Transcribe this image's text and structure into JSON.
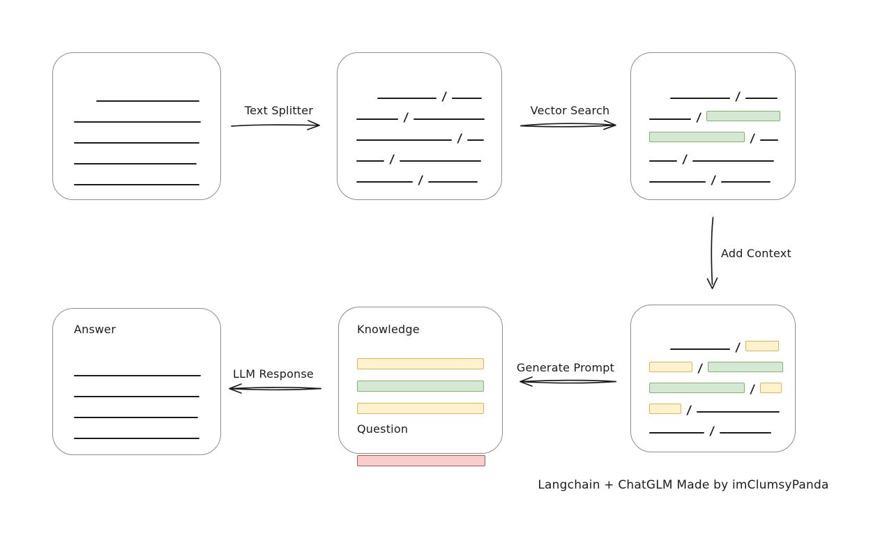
{
  "diagram": {
    "caption": "Langchain + ChatGLM Made by imClumsyPanda",
    "slash": "/",
    "labels": {
      "text_splitter": "Text Splitter",
      "vector_search": "Vector Search",
      "add_context": "Add Context",
      "generate_prompt": "Generate Prompt",
      "llm_response": "LLM Response"
    },
    "colors": {
      "ink": "#1b1b1b",
      "box_border": "#8c8c8c",
      "green_fill": "#d5e8d4",
      "green_border": "#82b366",
      "yellow_fill": "#fff2cc",
      "yellow_border": "#d6b656",
      "red_fill": "#f8cecc",
      "red_border": "#b85450"
    },
    "boxes": {
      "source_document": {
        "rows": [
          {
            "indent": 32,
            "segs": [
              {
                "t": "line",
                "w": 148
              }
            ]
          },
          {
            "segs": [
              {
                "t": "line",
                "w": 182
              }
            ]
          },
          {
            "segs": [
              {
                "t": "line",
                "w": 180
              }
            ]
          },
          {
            "segs": [
              {
                "t": "line",
                "w": 176
              }
            ]
          },
          {
            "segs": [
              {
                "t": "line",
                "w": 180
              }
            ]
          }
        ]
      },
      "split_chunks": {
        "rows": [
          {
            "indent": 30,
            "segs": [
              {
                "t": "line",
                "w": 85
              },
              {
                "t": "slash"
              },
              {
                "t": "line",
                "w": 43
              }
            ]
          },
          {
            "segs": [
              {
                "t": "line",
                "w": 60
              },
              {
                "t": "slash"
              },
              {
                "t": "line",
                "w": 102
              }
            ]
          },
          {
            "segs": [
              {
                "t": "line",
                "w": 137
              },
              {
                "t": "slash"
              },
              {
                "t": "line",
                "w": 24
              }
            ]
          },
          {
            "segs": [
              {
                "t": "line",
                "w": 40
              },
              {
                "t": "slash"
              },
              {
                "t": "line",
                "w": 117
              }
            ]
          },
          {
            "segs": [
              {
                "t": "line",
                "w": 81
              },
              {
                "t": "slash"
              },
              {
                "t": "line",
                "w": 71
              }
            ]
          }
        ]
      },
      "vector_results": {
        "rows": [
          {
            "indent": 30,
            "segs": [
              {
                "t": "line",
                "w": 86
              },
              {
                "t": "slash"
              },
              {
                "t": "line",
                "w": 46
              }
            ]
          },
          {
            "segs": [
              {
                "t": "line",
                "w": 60
              },
              {
                "t": "slash"
              },
              {
                "t": "bar",
                "c": "green",
                "w": 106
              }
            ]
          },
          {
            "segs": [
              {
                "t": "bar",
                "c": "green",
                "w": 137
              },
              {
                "t": "slash"
              },
              {
                "t": "line",
                "w": 26
              }
            ]
          },
          {
            "segs": [
              {
                "t": "line",
                "w": 40
              },
              {
                "t": "slash"
              },
              {
                "t": "line",
                "w": 117
              }
            ]
          },
          {
            "segs": [
              {
                "t": "line",
                "w": 81
              },
              {
                "t": "slash"
              },
              {
                "t": "line",
                "w": 71
              }
            ]
          }
        ]
      },
      "context_chunks": {
        "rows": [
          {
            "indent": 30,
            "segs": [
              {
                "t": "line",
                "w": 86
              },
              {
                "t": "slash"
              },
              {
                "t": "bar",
                "c": "yellow",
                "w": 48
              }
            ]
          },
          {
            "segs": [
              {
                "t": "bar",
                "c": "yellow",
                "w": 62
              },
              {
                "t": "slash"
              },
              {
                "t": "bar",
                "c": "green",
                "w": 108
              }
            ]
          },
          {
            "segs": [
              {
                "t": "bar",
                "c": "green",
                "w": 137
              },
              {
                "t": "slash"
              },
              {
                "t": "bar",
                "c": "yellow",
                "w": 31
              }
            ]
          },
          {
            "segs": [
              {
                "t": "bar",
                "c": "yellow",
                "w": 46
              },
              {
                "t": "slash"
              },
              {
                "t": "line",
                "w": 119
              }
            ]
          },
          {
            "segs": [
              {
                "t": "line",
                "w": 79
              },
              {
                "t": "slash"
              },
              {
                "t": "line",
                "w": 74
              }
            ]
          }
        ]
      },
      "prompt": {
        "knowledge_label": "Knowledge",
        "question_label": "Question",
        "knowledge_rows": [
          {
            "segs": [
              {
                "t": "bar",
                "c": "yellow",
                "w": 182
              }
            ]
          },
          {
            "segs": [
              {
                "t": "bar",
                "c": "green",
                "w": 182
              }
            ]
          },
          {
            "segs": [
              {
                "t": "bar",
                "c": "yellow",
                "w": 182
              }
            ]
          }
        ],
        "question_rows": [
          {
            "segs": [
              {
                "t": "bar",
                "c": "red",
                "w": 184
              }
            ]
          }
        ]
      },
      "answer": {
        "label": "Answer",
        "rows": [
          {
            "segs": [
              {
                "t": "line",
                "w": 182
              }
            ]
          },
          {
            "segs": [
              {
                "t": "line",
                "w": 180
              }
            ]
          },
          {
            "segs": [
              {
                "t": "line",
                "w": 178
              }
            ]
          },
          {
            "segs": [
              {
                "t": "line",
                "w": 180
              }
            ]
          }
        ]
      }
    }
  }
}
